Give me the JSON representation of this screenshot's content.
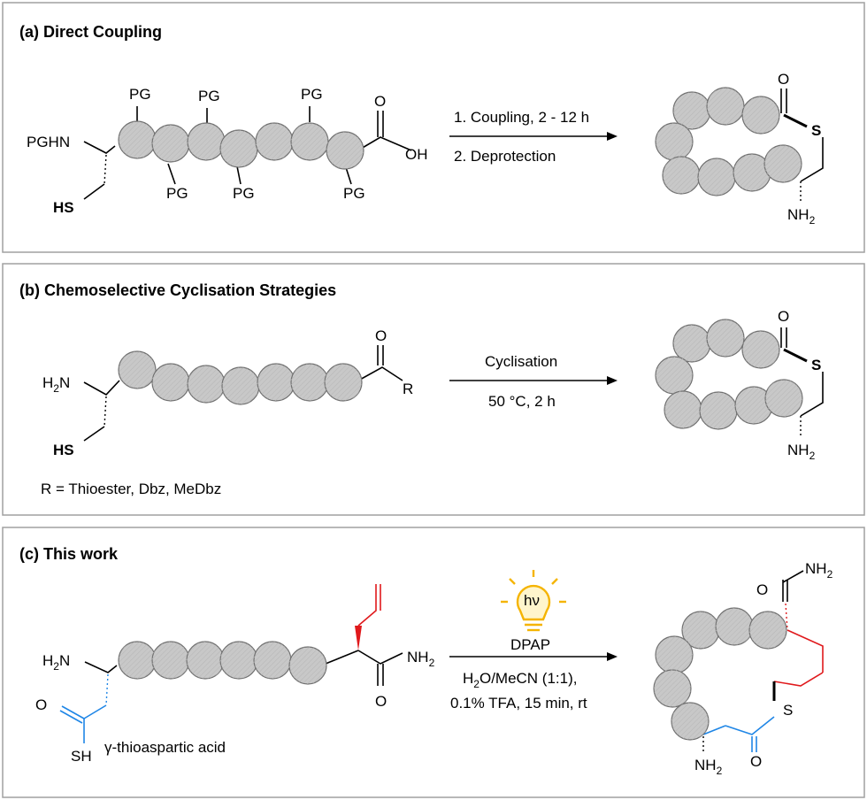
{
  "colors": {
    "sulfur": "#808000",
    "blue": "#1f86e6",
    "red": "#e0191c",
    "bulb": "#f5b400",
    "bead_fill": "#c8c8c8",
    "bead_stroke": "#707070"
  },
  "panel_a": {
    "title": "(a) Direct Coupling",
    "pghn": "PGHN",
    "hs": "HS",
    "pg": "PG",
    "oh": "OH",
    "o": "O",
    "step1": "1. Coupling, 2 - 12 h",
    "step2": "2. Deprotection",
    "s": "S",
    "nh2_n": "NH",
    "nh2_sub": "2"
  },
  "panel_b": {
    "title": "(b) Chemoselective Cyclisation Strategies",
    "h2n_h": "H",
    "h2n_sub": "2",
    "h2n_n": "N",
    "hs": "HS",
    "o": "O",
    "r": "R",
    "r_def": "R = Thioester, Dbz, MeDbz",
    "cond1": "Cyclisation",
    "cond2": "50 °C, 2 h",
    "s": "S",
    "nh2_n": "NH",
    "nh2_sub": "2"
  },
  "panel_c": {
    "title": "(c) This work",
    "h2n_h": "H",
    "h2n_sub": "2",
    "h2n_n": "N",
    "o": "O",
    "sh": "SH",
    "thio_label": "γ-thioaspartic acid",
    "amide_nh": "NH",
    "amide_sub": "2",
    "hv": "hν",
    "reagent": "DPAP",
    "solvent_a": "H",
    "solvent_sub": "2",
    "solvent_b": "O/MeCN (1:1),",
    "cond2": "0.1% TFA, 15 min, rt",
    "s": "S",
    "nh2_n": "NH",
    "nh2_sub": "2"
  }
}
